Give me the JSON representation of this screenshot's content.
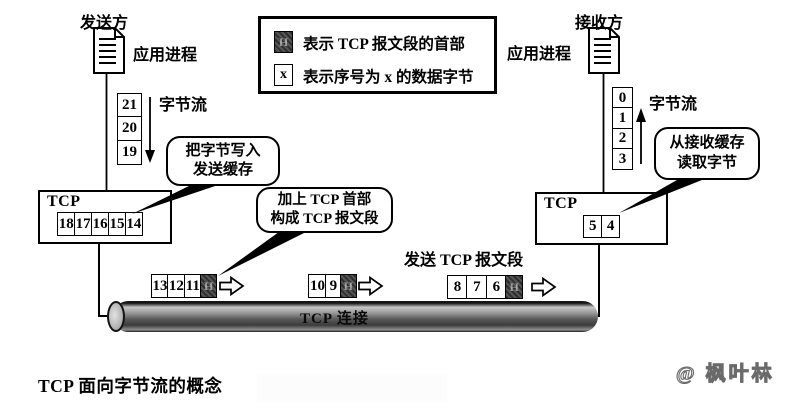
{
  "caption": "TCP 面向字节流的概念",
  "watermark": "@ 枫叶林",
  "legend": {
    "header_symbol": "H",
    "header_text": "表示 TCP 报文段的首部",
    "byte_symbol": "x",
    "byte_text": "表示序号为 x 的数据字节"
  },
  "sender": {
    "role": "发送方",
    "process": "应用进程",
    "stream_label": "字节流",
    "stream_bytes": [
      "21",
      "20",
      "19"
    ],
    "callout": {
      "line1": "把字节写入",
      "line2": "发送缓存"
    },
    "tcp": "TCP",
    "buffer_bytes": [
      "18",
      "17",
      "16",
      "15",
      "14"
    ]
  },
  "receiver": {
    "role": "接收方",
    "process": "应用进程",
    "stream_label": "字节流",
    "stream_bytes": [
      "0",
      "1",
      "2",
      "3"
    ],
    "callout": {
      "line1": "从接收缓存",
      "line2": "读取字节"
    },
    "tcp": "TCP",
    "buffer_bytes": [
      "5",
      "4"
    ]
  },
  "middle": {
    "segments": [
      {
        "bytes": [
          "13",
          "12",
          "11"
        ]
      },
      {
        "bytes": [
          "10",
          "9"
        ]
      },
      {
        "bytes": [
          "8",
          "7",
          "6"
        ]
      }
    ],
    "segment_callout": {
      "line1": "加上 TCP 首部",
      "line2": "构成 TCP 报文段"
    },
    "send_label": "发送 TCP 报文段",
    "pipe_label": "TCP 连接"
  }
}
